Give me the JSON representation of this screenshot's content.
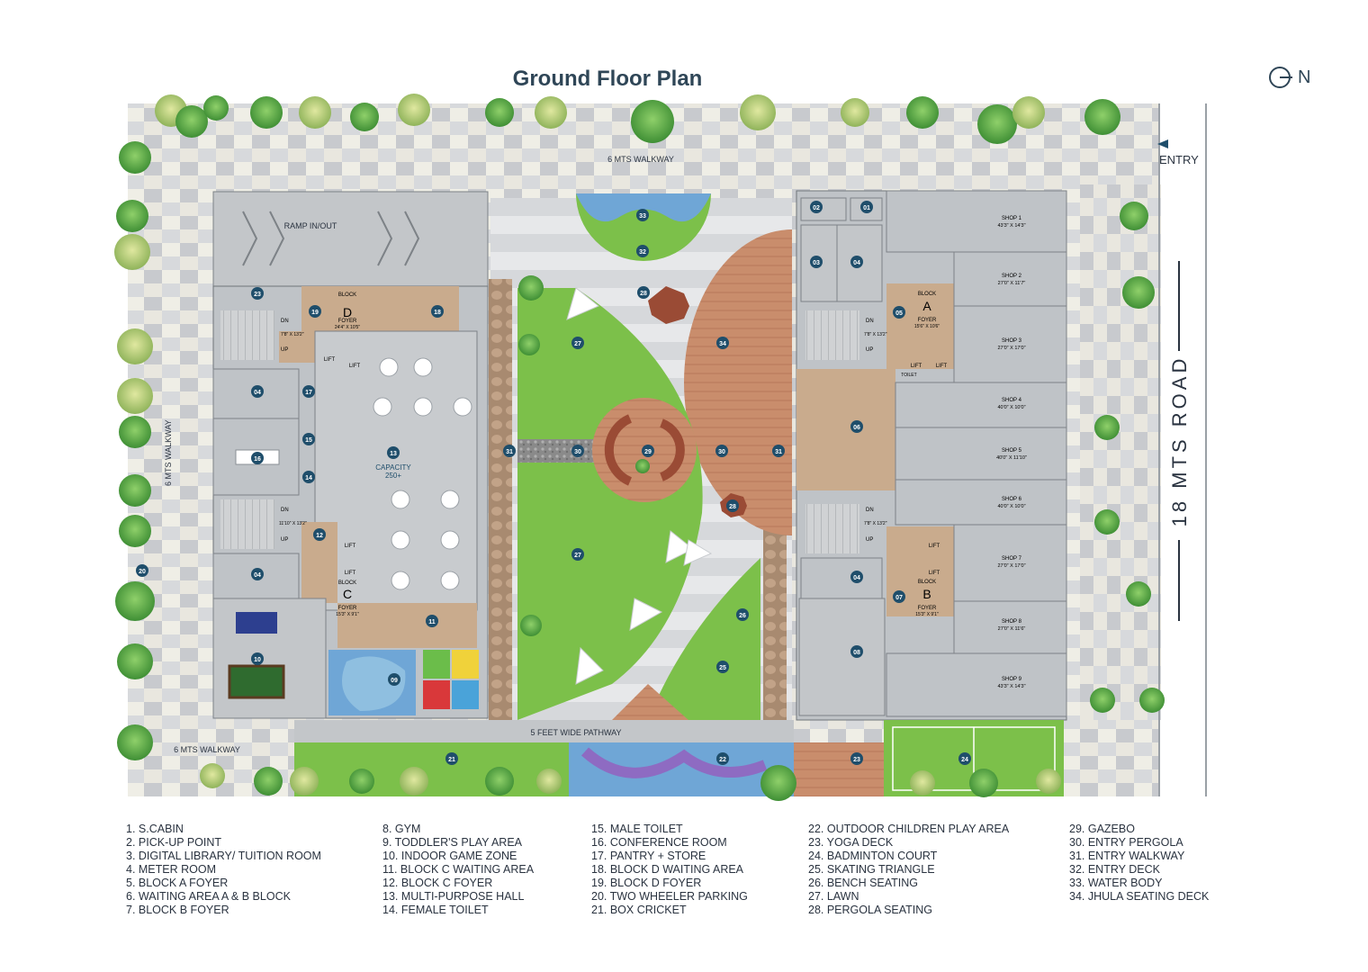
{
  "title": "Ground Floor Plan",
  "north": {
    "letter": "N",
    "icon": "north-arrow-icon"
  },
  "labels": {
    "top_walkway": "6 MTS WALKWAY",
    "left_walkway": "6 MTS WALKWAY",
    "bottom_walkway": "6 MTS WALKWAY",
    "pathway": "5 FEET WIDE PATHWAY",
    "entry": "ENTRY",
    "road": "18 MTS ROAD",
    "ramp": "RAMP IN/OUT",
    "capacity": "CAPACITY",
    "capacity_value": "250+",
    "block_d": "D",
    "block_c": "C",
    "block_a": "A",
    "block_b": "B",
    "block_word": "BLOCK",
    "foyer": "FOYER",
    "d_dim": "24'4\" X 10'5\"",
    "c_dim": "15'3\" X 9'1\"",
    "a_dim": "15'6\" X 10'6\"",
    "b_dim": "15'3\" X 9'1\"",
    "stair_d": "7'8\" X 13'2\"",
    "stair_c": "11'10\" X 13'2\"",
    "stair_a": "7'8\" X 13'2\"",
    "stair_b": "7'8\" X 13'2\"",
    "dn": "DN",
    "up": "UP",
    "lift": "LIFT",
    "toilet": "TOILET"
  },
  "shops": [
    {
      "name": "SHOP 1",
      "size": "43'3\" X 14'3\""
    },
    {
      "name": "SHOP 2",
      "size": "27'0\" X 11'7\""
    },
    {
      "name": "SHOP 3",
      "size": "27'0\" X 17'0\""
    },
    {
      "name": "SHOP 4",
      "size": "40'0\" X 10'0\""
    },
    {
      "name": "SHOP 5",
      "size": "40'0\" X 11'10\""
    },
    {
      "name": "SHOP 6",
      "size": "40'0\" X 10'0\""
    },
    {
      "name": "SHOP 7",
      "size": "27'0\" X 17'0\""
    },
    {
      "name": "SHOP 8",
      "size": "27'0\" X 11'6\""
    },
    {
      "name": "SHOP 9",
      "size": "43'3\" X 14'3\""
    }
  ],
  "markers": [
    "01",
    "02",
    "03",
    "04",
    "05",
    "06",
    "07",
    "08",
    "09",
    "10",
    "11",
    "12",
    "13",
    "14",
    "15",
    "16",
    "17",
    "18",
    "19",
    "20",
    "21",
    "22",
    "23",
    "24",
    "25",
    "26",
    "27",
    "28",
    "29",
    "30",
    "31",
    "32",
    "33",
    "34"
  ],
  "legend": [
    [
      "1. S.CABIN",
      "2. PICK-UP POINT",
      "3. DIGITAL LIBRARY/ TUITION ROOM",
      "4. METER ROOM",
      "5. BLOCK A FOYER",
      "6. WAITING AREA A & B BLOCK",
      "7. BLOCK B FOYER"
    ],
    [
      "8. GYM",
      "9. TODDLER'S PLAY AREA",
      "10. INDOOR GAME ZONE",
      "11. BLOCK C WAITING AREA",
      "12. BLOCK C FOYER",
      "13. MULTI-PURPOSE HALL",
      "14. FEMALE TOILET"
    ],
    [
      "15. MALE TOILET",
      "16. CONFERENCE ROOM",
      "17. PANTRY + STORE",
      "18. BLOCK D WAITING AREA",
      "19. BLOCK D FOYER",
      "20. TWO WHEELER PARKING",
      "21. BOX CRICKET"
    ],
    [
      "22. OUTDOOR CHILDREN PLAY AREA",
      "23. YOGA DECK",
      "24. BADMINTON COURT",
      "25. SKATING TRIANGLE",
      "26. BENCH SEATING",
      "27. LAWN",
      "28. PERGOLA SEATING"
    ],
    [
      "29. GAZEBO",
      "30. ENTRY PERGOLA",
      "31. ENTRY WALKWAY",
      "32. ENTRY DECK",
      "33. WATER BODY",
      "34. JHULA SEATING DECK"
    ]
  ],
  "colors": {
    "marker": "#1f4e6b",
    "lawn": "#7cc04a",
    "room": "#bfc3c7",
    "foyer": "#c9ab8d",
    "deck": "#c98d6c",
    "water": "#6fa6d6",
    "tree": "#5aa844"
  }
}
